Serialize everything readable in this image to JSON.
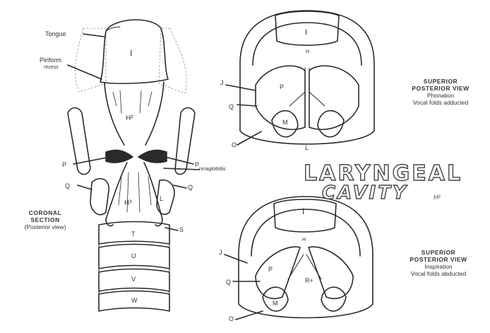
{
  "title": {
    "line1": "LARYNGEAL",
    "line2": "CAVITY",
    "subscript": "H²"
  },
  "coronal": {
    "caption_title": "CORONAL\nSECTION",
    "caption_sub": "(Posterior view)",
    "labels": {
      "tongue": "Tongue",
      "piriform": "Piriform",
      "recess": "recess",
      "I": "I",
      "H2": "H²",
      "P_left": "P",
      "P_right": "P",
      "Q_left": "Q",
      "Q_right": "Q",
      "rimaglottidis": "rimaglottidis",
      "H3": "H³",
      "L": "L",
      "S": "S",
      "T": "T",
      "U": "U",
      "V": "V",
      "W": "W"
    }
  },
  "superior_top": {
    "caption_title": "SUPERIOR\nPOSTERIOR VIEW",
    "caption_line1": "Phonation",
    "caption_line2": "Vocal folds adducted",
    "labels": {
      "I": "I",
      "H": "H",
      "J": "J",
      "P": "P",
      "Q": "Q",
      "M": "M",
      "O": "O",
      "L": "L"
    }
  },
  "superior_bottom": {
    "caption_title": "SUPERIOR\nPOSTERIOR VIEW",
    "caption_line1": "Inspiration",
    "caption_line2": "Vocal folds abducted",
    "labels": {
      "I": "I",
      "H": "H",
      "J": "J",
      "P": "P",
      "Q": "Q",
      "Ra": "R+",
      "M": "M",
      "O": "O"
    }
  }
}
